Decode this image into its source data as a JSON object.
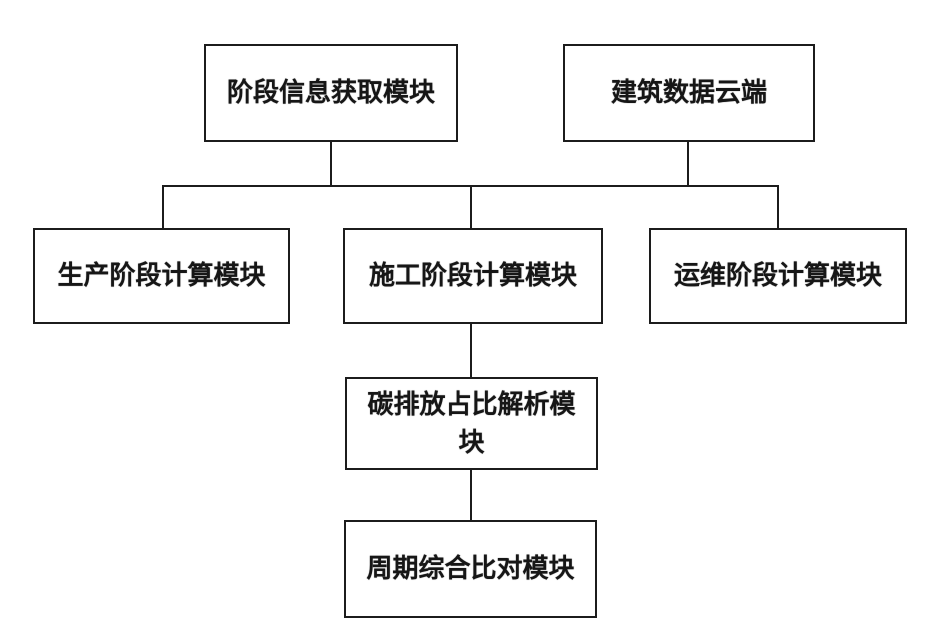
{
  "diagram": {
    "type": "flowchart",
    "background_color": "#ffffff",
    "line_color": "#1c1c1c",
    "text_color": "#161616",
    "nodes": [
      {
        "id": "stage-info-acquisition-module",
        "label": "阶段信息获取模块",
        "row": 1
      },
      {
        "id": "building-data-cloud",
        "label": "建筑数据云端",
        "row": 1
      },
      {
        "id": "production-stage-calc-module",
        "label": "生产阶段计算模块",
        "row": 2
      },
      {
        "id": "construction-stage-calc-module",
        "label": "施工阶段计算模块",
        "row": 2
      },
      {
        "id": "operation-maintenance-stage-calc-module",
        "label": "运维阶段计算模块",
        "row": 2
      },
      {
        "id": "carbon-emission-ratio-analysis-module",
        "label": "碳排放占比解析模块",
        "row": 3
      },
      {
        "id": "cycle-comprehensive-comparison-module",
        "label": "周期综合比对模块",
        "row": 4
      }
    ],
    "edges": [
      {
        "from": "stage-info-acquisition-module",
        "to": "production-stage-calc-module",
        "via": "shared-bus"
      },
      {
        "from": "stage-info-acquisition-module",
        "to": "construction-stage-calc-module",
        "via": "shared-bus"
      },
      {
        "from": "stage-info-acquisition-module",
        "to": "operation-maintenance-stage-calc-module",
        "via": "shared-bus"
      },
      {
        "from": "building-data-cloud",
        "to": "production-stage-calc-module",
        "via": "shared-bus"
      },
      {
        "from": "building-data-cloud",
        "to": "construction-stage-calc-module",
        "via": "shared-bus"
      },
      {
        "from": "building-data-cloud",
        "to": "operation-maintenance-stage-calc-module",
        "via": "shared-bus"
      },
      {
        "from": "construction-stage-calc-module",
        "to": "carbon-emission-ratio-analysis-module"
      },
      {
        "from": "carbon-emission-ratio-analysis-module",
        "to": "cycle-comprehensive-comparison-module"
      }
    ]
  }
}
